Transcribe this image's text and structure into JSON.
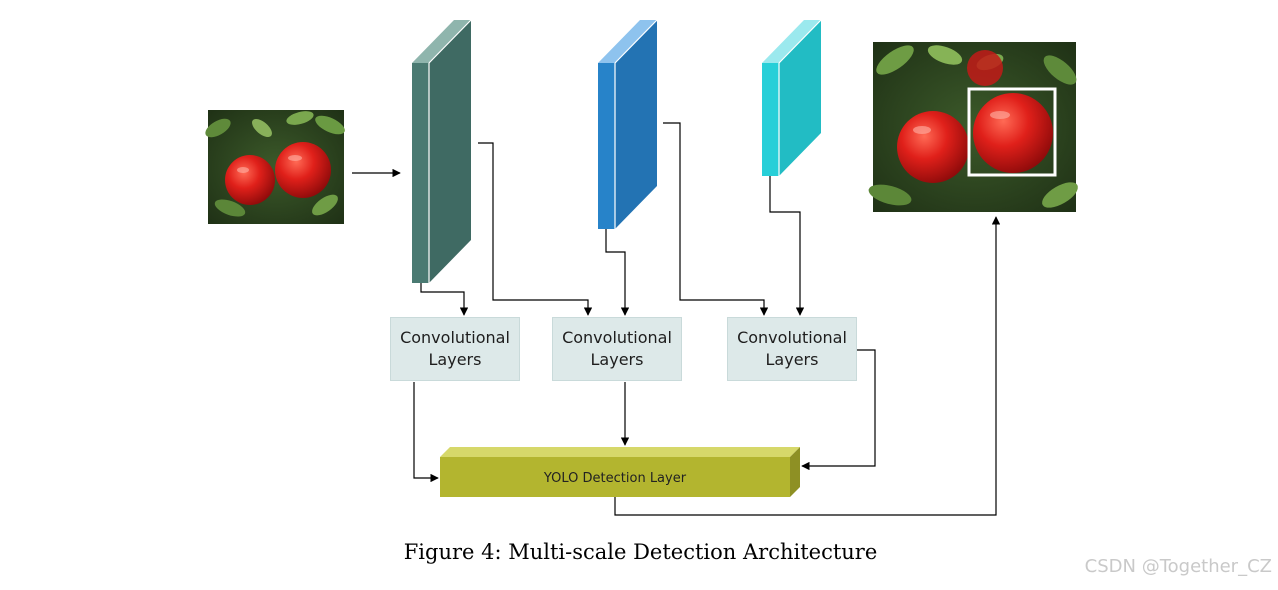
{
  "diagram": {
    "conv_layers": [
      {
        "label": "Convolutional Layers"
      },
      {
        "label": "Convolutional Layers"
      },
      {
        "label": "Convolutional Layers"
      }
    ],
    "yolo_label": "YOLO Detection Layer",
    "caption": "Figure 4: Multi-scale Detection Architecture",
    "watermark": "CSDN @Together_CZ",
    "colors": {
      "feature_map_1": "#4a7a72",
      "feature_map_2": "#2783c9",
      "feature_map_3": "#27cfd8",
      "conv_box": "#dde9e9",
      "yolo_layer": "#b3b52f",
      "detection_box": "#ffffff"
    },
    "icons": {
      "input_image": "apple-photo-icon",
      "output_image": "apple-detection-photo-icon"
    }
  }
}
